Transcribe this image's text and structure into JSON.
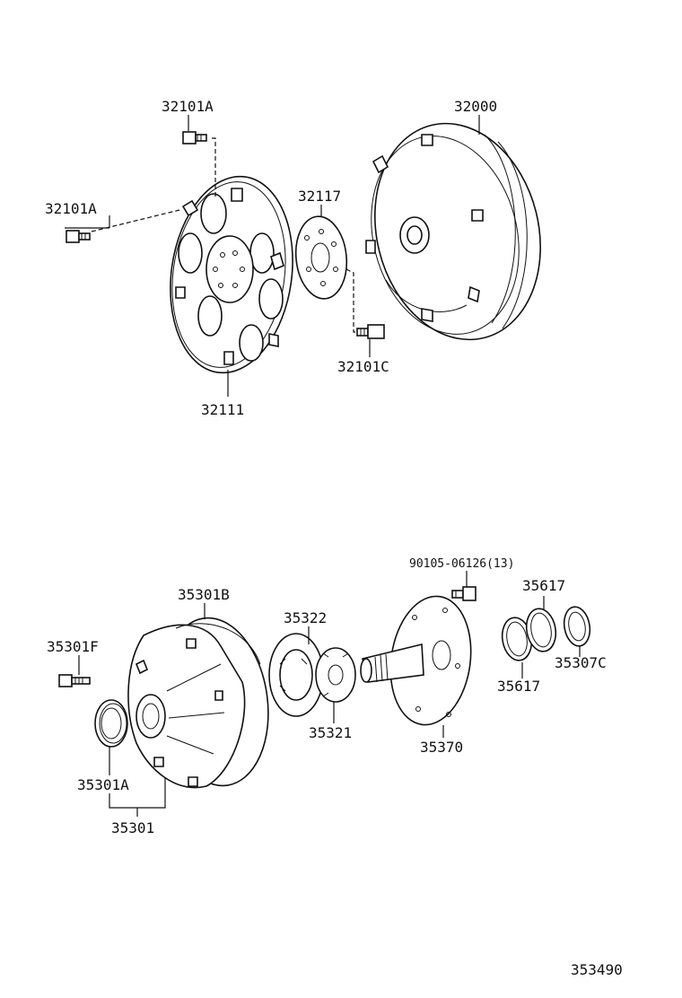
{
  "labels": {
    "p32101a_top": "32101A",
    "p32101a_left": "32101A",
    "p32000": "32000",
    "p32117": "32117",
    "p32101c": "32101C",
    "p32111": "32111",
    "p35301b": "35301B",
    "p35322": "35322",
    "p90105": "90105-06126(13)",
    "p35617_top": "35617",
    "p35301f": "35301F",
    "p35307c": "35307C",
    "p35617_bottom": "35617",
    "p35321": "35321",
    "p35370": "35370",
    "p35301a": "35301A",
    "p35301": "35301",
    "diagram_code": "353490"
  }
}
